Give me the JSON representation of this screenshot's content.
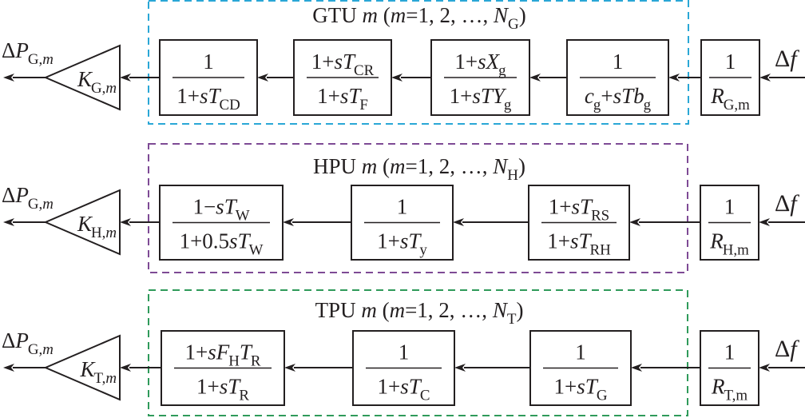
{
  "input_signal": "Δf",
  "output_signal": {
    "prefix": "ΔP",
    "sub": "G,m"
  },
  "colors": {
    "line": "#231f20",
    "gtu_border": "#2aa7d6",
    "hpu_border": "#7e4a95",
    "tpu_border": "#2f9a5a"
  },
  "rows": [
    {
      "id": "gtu",
      "title": {
        "unit": "GTU",
        "var": "m",
        "range_open": " (",
        "range_var": "m",
        "range_text": "=1, 2, …, ",
        "N": "N",
        "N_sub": "G",
        "close": ")"
      },
      "gain": {
        "K": "K",
        "sub": "G,m"
      },
      "droop": {
        "num": "1",
        "R": "R",
        "sub": "G,m"
      },
      "blocks": [
        {
          "name": "cd",
          "num": [
            [
              "1",
              ""
            ]
          ],
          "den": [
            [
              "1+",
              ""
            ],
            [
              "s",
              "i"
            ],
            [
              "T",
              "i"
            ],
            [
              "CD",
              "sub"
            ]
          ]
        },
        {
          "name": "cr-f",
          "num": [
            [
              "1+",
              ""
            ],
            [
              "s",
              "i"
            ],
            [
              "T",
              "i"
            ],
            [
              "CR",
              "sub"
            ]
          ],
          "den": [
            [
              "1+",
              ""
            ],
            [
              "s",
              "i"
            ],
            [
              "T",
              "i"
            ],
            [
              "F",
              "sub"
            ]
          ]
        },
        {
          "name": "xg-tyg",
          "num": [
            [
              "1+",
              ""
            ],
            [
              "s",
              "i"
            ],
            [
              "X",
              "i"
            ],
            [
              "g",
              "sub"
            ]
          ],
          "den": [
            [
              "1+",
              ""
            ],
            [
              "s",
              "i"
            ],
            [
              "TY",
              "i"
            ],
            [
              "g",
              "sub"
            ]
          ]
        },
        {
          "name": "cg-tbg",
          "num": [
            [
              "1",
              ""
            ]
          ],
          "den": [
            [
              "c",
              "i"
            ],
            [
              "g",
              "sub"
            ],
            [
              "+",
              ""
            ],
            [
              "sTb",
              "i"
            ],
            [
              "g",
              "sub"
            ]
          ]
        }
      ]
    },
    {
      "id": "hpu",
      "title": {
        "unit": "HPU",
        "var": "m",
        "range_open": " (",
        "range_var": "m",
        "range_text": "=1, 2, …, ",
        "N": "N",
        "N_sub": "H",
        "close": ")"
      },
      "gain": {
        "K": "K",
        "sub": "H,m"
      },
      "droop": {
        "num": "1",
        "R": "R",
        "sub": "H,m"
      },
      "blocks": [
        {
          "name": "water-hammer",
          "num": [
            [
              "1−",
              ""
            ],
            [
              "s",
              "i"
            ],
            [
              "T",
              "i"
            ],
            [
              "W",
              "sub"
            ]
          ],
          "den": [
            [
              "1+0.5",
              ""
            ],
            [
              "s",
              "i"
            ],
            [
              "T",
              "i"
            ],
            [
              "W",
              "sub"
            ]
          ]
        },
        {
          "name": "ty",
          "num": [
            [
              "1",
              ""
            ]
          ],
          "den": [
            [
              "1+",
              ""
            ],
            [
              "s",
              "i"
            ],
            [
              "T",
              "i"
            ],
            [
              "y",
              "sub"
            ]
          ]
        },
        {
          "name": "rs-rh",
          "num": [
            [
              "1+",
              ""
            ],
            [
              "s",
              "i"
            ],
            [
              "T",
              "i"
            ],
            [
              "RS",
              "sub"
            ]
          ],
          "den": [
            [
              "1+",
              ""
            ],
            [
              "s",
              "i"
            ],
            [
              "T",
              "i"
            ],
            [
              "RH",
              "sub"
            ]
          ]
        }
      ]
    },
    {
      "id": "tpu",
      "title": {
        "unit": "TPU",
        "var": "m",
        "range_open": " (",
        "range_var": "m",
        "range_text": "=1, 2, …, ",
        "N": "N",
        "N_sub": "T",
        "close": ")"
      },
      "gain": {
        "K": "K",
        "sub": "T,m"
      },
      "droop": {
        "num": "1",
        "R": "R",
        "sub": "T,m"
      },
      "blocks": [
        {
          "name": "reheat",
          "num": [
            [
              "1+",
              ""
            ],
            [
              "s",
              "i"
            ],
            [
              "F",
              "i"
            ],
            [
              "H",
              "sub"
            ],
            [
              "T",
              "i"
            ],
            [
              "R",
              "sub"
            ]
          ],
          "den": [
            [
              "1+",
              ""
            ],
            [
              "s",
              "i"
            ],
            [
              "T",
              "i"
            ],
            [
              "R",
              "sub"
            ]
          ]
        },
        {
          "name": "tc",
          "num": [
            [
              "1",
              ""
            ]
          ],
          "den": [
            [
              "1+",
              ""
            ],
            [
              "s",
              "i"
            ],
            [
              "T",
              "i"
            ],
            [
              "C",
              "sub"
            ]
          ]
        },
        {
          "name": "tg",
          "num": [
            [
              "1",
              ""
            ]
          ],
          "den": [
            [
              "1+",
              ""
            ],
            [
              "s",
              "i"
            ],
            [
              "T",
              "i"
            ],
            [
              "G",
              "sub"
            ]
          ]
        }
      ]
    }
  ]
}
